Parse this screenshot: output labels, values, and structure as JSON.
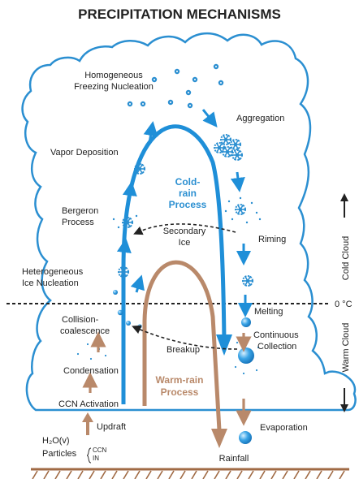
{
  "title": "PRECIPITATION MECHANISMS",
  "labels": {
    "homogeneous_1": "Homogeneous",
    "homogeneous_2": "Freezing Nucleation",
    "aggregation": "Aggregation",
    "vapor_deposition": "Vapor Deposition",
    "bergeron_1": "Bergeron",
    "bergeron_2": "Process",
    "secondary_1": "Secondary",
    "secondary_2": "Ice",
    "riming": "Riming",
    "heterogeneous_1": "Heterogeneous",
    "heterogeneous_2": "Ice Nucleation",
    "melting": "Melting",
    "collision_1": "Collision-",
    "collision_2": "coalescence",
    "continuous_1": "Continuous",
    "continuous_2": "Collection",
    "breakup": "Breakup",
    "condensation": "Condensation",
    "ccn_activation": "CCN Activation",
    "updraft": "Updraft",
    "evaporation": "Evaporation",
    "h2o": "H₂O(v)",
    "particles": "Particles",
    "ccn": "CCN",
    "in": "IN",
    "rainfall": "Rainfall"
  },
  "processes": {
    "cold_1": "Cold-",
    "cold_2": "rain",
    "cold_3": "Process",
    "warm_1": "Warm-rain",
    "warm_2": "Process"
  },
  "side": {
    "cold_cloud": "Cold Cloud",
    "warm_cloud": "Warm Cloud",
    "zero_c": "0 °C"
  },
  "colors": {
    "cloud_outline": "#2b8fd1",
    "cold_arrow": "#1f8fd8",
    "warm_arrow": "#b9896a",
    "ice": "#2b8fd1",
    "ground": "#a06a44"
  }
}
